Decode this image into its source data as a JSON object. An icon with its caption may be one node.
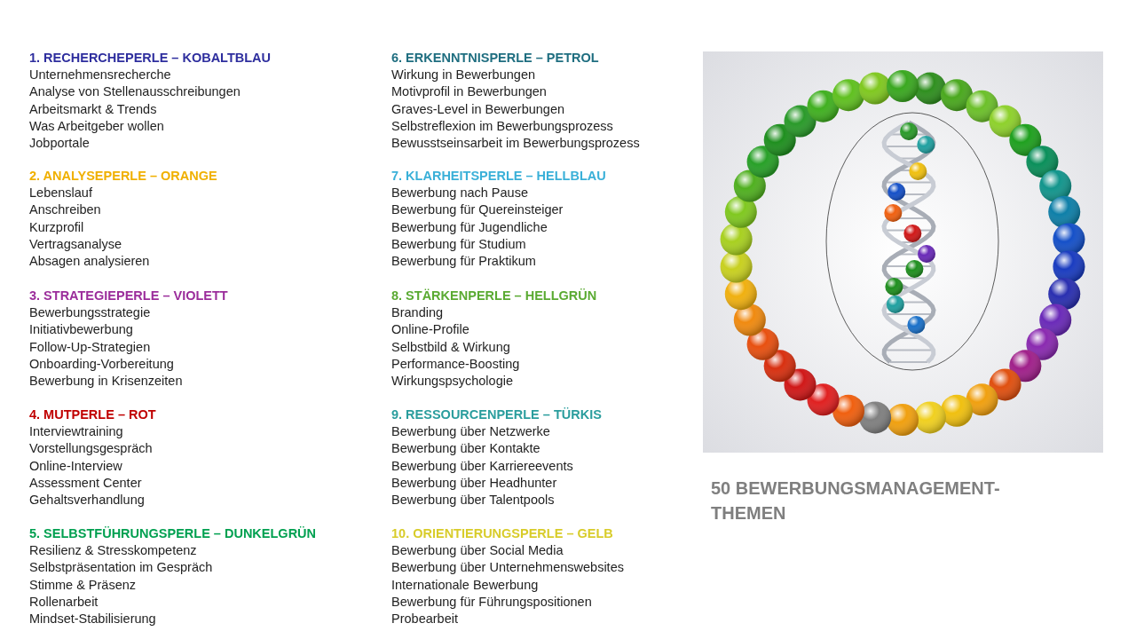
{
  "diagram": {
    "title": "50 BEWERBUNGSMANAGEMENT-THEMEN",
    "labels": [
      "1. RECHERCHEPERLE – KOBALTBLAU",
      "Unternehmensrecherche",
      "Analyse von Stellenausschreibungen",
      "Arbeitsmarkt & Trends",
      "Was Arbeitgeber wollen",
      "Jobportale",
      "2. ANALYSEPERLE – ORANGE",
      "Lebenslauf",
      "Anschreiben",
      "Kurzprofil",
      "Vertragsanalyse",
      "Absagen analysieren",
      "3. STRATEGIEPERLE – VIOLETT",
      "Bewerbungsstrategie",
      "Initiativbewerbung",
      "Follow-Up-Strategien",
      "Onboarding-Vorbereitung",
      "Bewerbung in Krisenzeiten",
      "4. MUTPERLE – ROT",
      "Interviewtraining",
      "Vorstellungsgespräch",
      "Online-Interview",
      "Assessment Center",
      "Gehaltsverhandlung",
      "5. SELBSTFÜHRUNGSPERLE – DUNKELGRÜN",
      "Resilienz & Stresskompetenz",
      "Selbstpräsentation im Gespräch",
      "Stimme & Präsenz",
      "Rollenarbeit",
      "Mindset-Stabilisierung",
      "6. ERKENNTNISPERLE – PETROL",
      "Wirkung in Bewerbungen",
      "Motivprofil in Bewerbungen",
      "Graves-Level in Bewerbungen",
      "Selbstreflexion im Bewerbungsprozess",
      "Bewusstseinsarbeit im Bewerbungsprozess",
      "7. KLARHEITSPERLE – HELLBLAU",
      "Bewerbung nach Pause",
      "Bewerbung für Quereinsteiger",
      "Bewerbung für Jugendliche",
      "Bewerbung für Studium",
      "Bewerbung für Praktikum",
      "8. STÄRKENPERLE – HELLGRÜN",
      "Branding",
      "Online-Profile",
      "Selbstbild & Wirkung",
      "Performance-Boosting",
      "Wirkungspsychologie",
      "9. RESSOURCENPERLE – TÜRKIS",
      "Bewerbung über Netzwerke",
      "Bewerbung über Kontakte",
      "Bewerbung über Karriereevents",
      "Bewerbung über Headhunter",
      "Bewerbung über Talentpools",
      "10. ORIENTIERUNGSPERLE – GELB",
      "Bewerbung über Social Media",
      "Bewerbung über Unternehmenswebsites",
      "Internationale Bewerbung",
      "Bewerbung für Führungspositionen",
      "Probearbeit"
    ]
  }
}
